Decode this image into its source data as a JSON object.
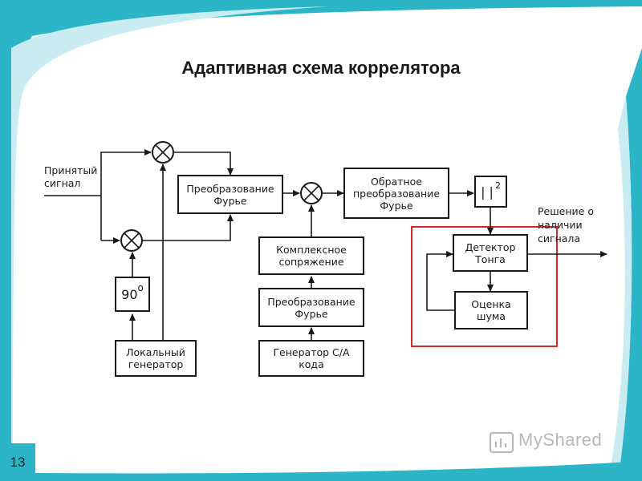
{
  "title": "Адаптивная схема коррелятора",
  "slide_number": "13",
  "watermark": "MyShared",
  "input_label": "Принятый\nсигнал",
  "output_label": "Решение о\nналичии\nсигнала",
  "blocks": {
    "fourier_top": "Преобразование\nФурье",
    "inverse_fourier": "Обратное\nпреобразование\nФурье",
    "abs_squared": "| |",
    "abs_squared_power": "2",
    "phase_90": "90",
    "phase_90_degree": "o",
    "local_generator": "Локальный\nгенератор",
    "complex_conjugate": "Комплексное\nсопряжение",
    "fourier_bottom": "Преобразование\nФурье",
    "ca_generator": "Генератор C/A\nкода",
    "tone_detector": "Детектор\nТонга",
    "noise_estimate": "Оценка\nшума"
  },
  "colors": {
    "accent": "#2bb5c7",
    "highlight": "#d42a2a",
    "line": "#1a1a1a"
  }
}
